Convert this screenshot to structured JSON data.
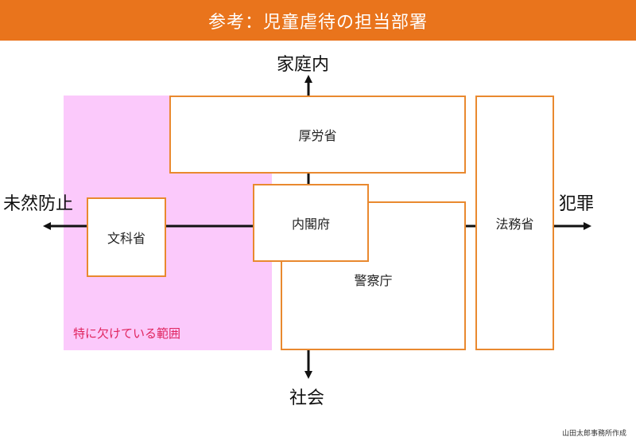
{
  "header": {
    "title": "参考：児童虐待の担当部署"
  },
  "axes": {
    "top": "家庭内",
    "bottom": "社会",
    "left": "未然防止",
    "right": "犯罪"
  },
  "zone": {
    "label": "特に欠けている範囲"
  },
  "departments": {
    "mhlw": "厚労省",
    "mext": "文科省",
    "cabinet": "内閣府",
    "police": "警察庁",
    "moj": "法務省"
  },
  "credit": "山田太郎事務所作成",
  "colors": {
    "header": "#e9741c",
    "box_border": "#e9892f",
    "zone_fill": "#fbc9fb",
    "zone_text": "#e0245e"
  }
}
